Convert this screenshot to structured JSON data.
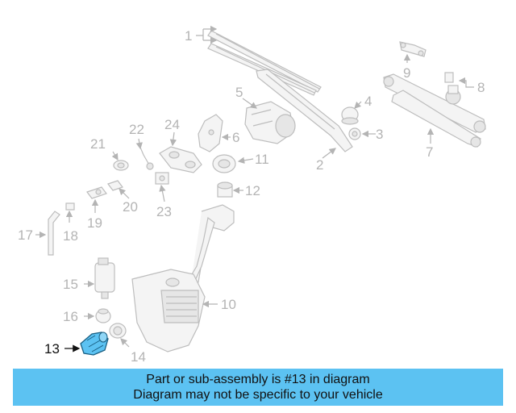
{
  "callouts": [
    "1",
    "2",
    "3",
    "4",
    "5",
    "6",
    "7",
    "8",
    "9",
    "10",
    "11",
    "12",
    "13",
    "14",
    "15",
    "16",
    "17",
    "18",
    "19",
    "20",
    "21",
    "22",
    "23",
    "24"
  ],
  "highlighted_part": "13",
  "highlight_color": "#5cc2f2",
  "banner": {
    "line1": "Part or sub-assembly is #13 in diagram",
    "line2": "Diagram may not be specific to your vehicle"
  }
}
